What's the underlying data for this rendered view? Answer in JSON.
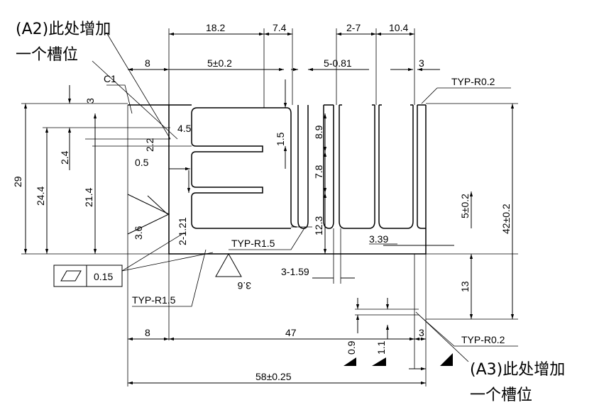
{
  "notes": {
    "a2_line1": "(A2)此处增加",
    "a2_line2": "一个槽位",
    "a3_line1": "(A3)此处增加",
    "a3_line2": "一个槽位"
  },
  "dimensions": {
    "d18_2": "18.2",
    "d7_4": "7.4",
    "d2_7": "2-7",
    "d10_4": "10.4",
    "d8_top": "8",
    "d5_02": "5±0.2",
    "d5_081": "5-0.81",
    "d3_top": "3",
    "typ_r02_top": "TYP-R0.2",
    "c1": "C1",
    "d3_left": "3",
    "d4_5": "4.5",
    "d2_2": "2.2",
    "d2_4": "2.4",
    "d1_5": "1.5",
    "d8_9": "8.9",
    "d0_5": "0.5",
    "d29": "29",
    "d24_4": "24.4",
    "d21_4": "21.4",
    "d7_8": "7.8",
    "d42_02": "42±0.2",
    "d5_02_side": "5±0.2",
    "d3_6_left": "3.6",
    "d2_121": "2-1.21",
    "d12_3": "12.3",
    "typ_r15_mid": "TYP-R1.5",
    "d3_39": "3.39",
    "tol_value": "0.15",
    "d3_159": "3-1.59",
    "d3_6_bottom": "3.6",
    "d13": "13",
    "typ_r15_bottom": "TYP-R1.5",
    "d8_bottom": "8",
    "d47": "47",
    "d3_bottom": "3",
    "typ_r02_bottom": "TYP-R0.2",
    "d0_9": "0.9",
    "d1_1": "1.1",
    "d58": "58±0.25"
  }
}
